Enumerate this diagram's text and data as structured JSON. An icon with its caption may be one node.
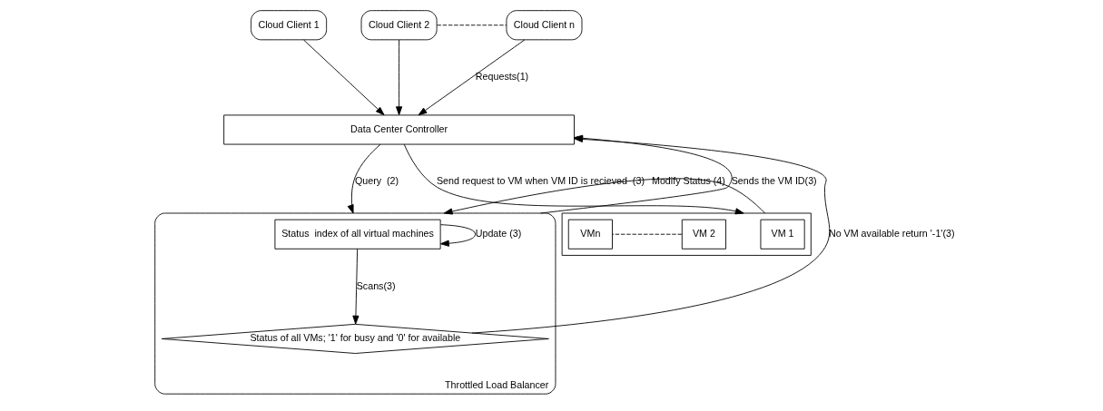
{
  "diagram": {
    "nodes": [
      {
        "text": [
          "Cloud Client 1"
        ]
      },
      {
        "text": [
          "Cloud Client 2"
        ]
      },
      {
        "text": [
          "Cloud Client n"
        ]
      },
      {
        "text": [
          "Data Center Controller"
        ]
      },
      {
        "text": [
          "Throttled Load Balancer"
        ]
      },
      {
        "text": [
          "Status  index of all virtual machines"
        ],
        "in": 4
      },
      {
        "text": [
          "Status of all VMs; '1' for busy and '0' for available"
        ],
        "in": 4
      },
      {
        "text": [],
        "shape": "box"
      },
      {
        "text": [
          "VM 1"
        ],
        "in": 7
      },
      {
        "text": [
          "VM 2"
        ],
        "in": 7
      },
      {
        "text": [
          "VMn"
        ],
        "in": 7
      }
    ],
    "edges": [
      {
        "from": 0,
        "to": 3,
        "arrow": "to"
      },
      {
        "from": 1,
        "to": 3,
        "arrow": "to"
      },
      {
        "from": 2,
        "to": 3,
        "arrow": "to",
        "label": "Requests(1)"
      },
      {
        "from": 1,
        "to": 2,
        "arrow": "none",
        "style": "dashed"
      },
      {
        "from": 3,
        "to": 4,
        "arrow": "to",
        "label": "Query  (2)"
      },
      {
        "from": 4,
        "to": 3,
        "arrow": "to",
        "label": "Sends the VM ID(3)"
      },
      {
        "from": 3,
        "to": 7,
        "arrow": "to",
        "label": "Send request to VM when VM ID is recieved  (3)"
      },
      {
        "from": 7,
        "to": 4,
        "arrow": "to",
        "label": "Modify Status (4)"
      },
      {
        "from": 5,
        "to": 5,
        "arrow": "to",
        "label": "Update (3)"
      },
      {
        "from": 5,
        "to": 6,
        "arrow": "to",
        "label": "Scans(3)"
      },
      {
        "from": 6,
        "to": 3,
        "arrow": "to",
        "label": "No VM available return '-1'(3)"
      },
      {
        "from": 9,
        "to": 10,
        "arrow": "none",
        "style": "dashed"
      }
    ]
  }
}
